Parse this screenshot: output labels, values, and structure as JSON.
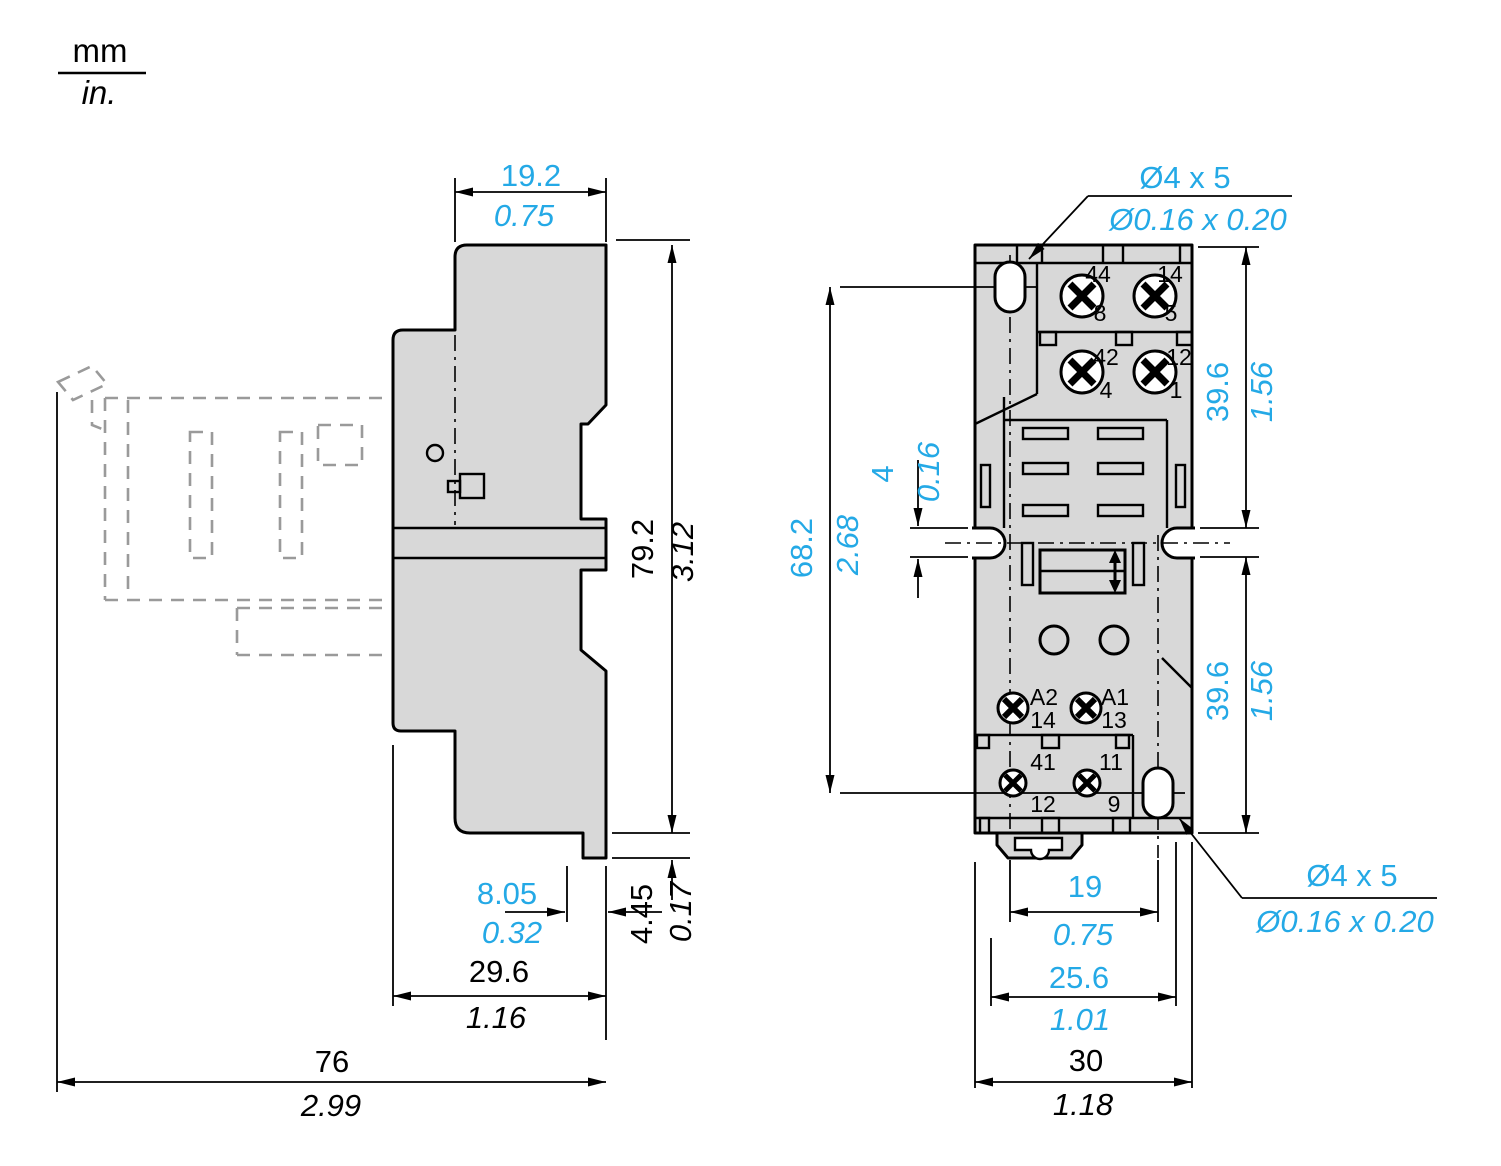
{
  "legend": {
    "mm": "mm",
    "in": "in."
  },
  "colors": {
    "line": "#000000",
    "inch_accent": "#24a9e6",
    "body_fill": "#d8d8d8",
    "ghost_outline": "#9a9a9a"
  },
  "side_view": {
    "dims": {
      "top_width": {
        "mm": "19.2",
        "in": "0.75"
      },
      "height": {
        "mm": "79.2",
        "in": "3.12"
      },
      "foot_width": {
        "mm": "8.05",
        "in": "0.32"
      },
      "foot_height": {
        "mm": "4.45",
        "in": "0.17"
      },
      "body_depth": {
        "mm": "29.6",
        "in": "1.16"
      },
      "total_depth": {
        "mm": "76",
        "in": "2.99"
      }
    }
  },
  "front_view": {
    "dims": {
      "mount_hole_top": {
        "mm": "Ø4 x 5",
        "in": "Ø0.16 x 0.20"
      },
      "mount_hole_bottom": {
        "mm": "Ø4 x 5",
        "in": "Ø0.16 x 0.20"
      },
      "upper_section": {
        "mm": "39.6",
        "in": "1.56"
      },
      "lower_section": {
        "mm": "39.6",
        "in": "1.56"
      },
      "notch": {
        "mm": "4",
        "in": "0.16"
      },
      "hole_spacing": {
        "mm": "68.2",
        "in": "2.68"
      },
      "hole_offset": {
        "mm": "19",
        "in": "0.75"
      },
      "inner_width": {
        "mm": "25.6",
        "in": "1.01"
      },
      "width": {
        "mm": "30",
        "in": "1.18"
      }
    },
    "terminals": {
      "row1": {
        "left_top": "44",
        "left_bottom": "8",
        "right_top": "14",
        "right_bottom": "5"
      },
      "row2": {
        "left_top": "42",
        "left_bottom": "4",
        "right_top": "12",
        "right_bottom": "1"
      },
      "coil": {
        "left_top": "A2",
        "left_bottom": "14",
        "right_top": "A1",
        "right_bottom": "13"
      },
      "row4": {
        "left_top": "41",
        "left_bottom": "12",
        "right_top": "11",
        "right_bottom": "9"
      }
    }
  }
}
